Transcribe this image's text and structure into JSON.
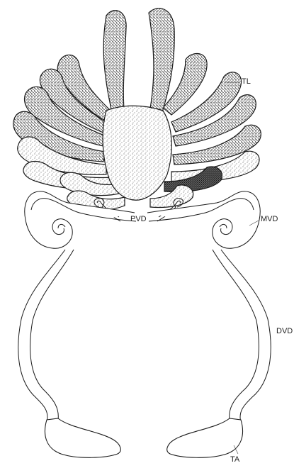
{
  "labels": {
    "tl": "TL",
    "pvd": "PVD",
    "mvd": "MVD",
    "dvd": "DVD",
    "ta": "TA"
  },
  "colors": {
    "ink": "#1a1a1a",
    "stipple": "#2a2a2a",
    "paper": "#ffffff"
  }
}
